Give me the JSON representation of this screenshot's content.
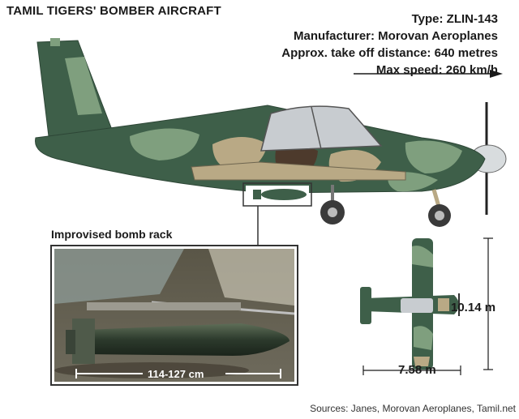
{
  "title": "TAMIL TIGERS' BOMBER AIRCRAFT",
  "specs": {
    "type": "Type: ZLIN-143",
    "manufacturer": "Manufacturer: Morovan Aeroplanes",
    "takeoff": "Approx. take off distance: 640 metres",
    "max_speed": "Max speed: 260 km/h"
  },
  "rack": {
    "title": "Improvised bomb rack",
    "measurement": "114-127 cm"
  },
  "dimensions": {
    "wingspan": "10.14 m",
    "length": "7.58 m"
  },
  "sources": "Sources: Janes,  Morovan Aeroplanes, Tamil.net",
  "colors": {
    "camo_dark": "#3e5f49",
    "camo_mid": "#7f9f7e",
    "camo_tan": "#b9a985",
    "camo_brown": "#4d3a2c",
    "canopy": "#c8ccd0",
    "text": "#1a1a1a"
  }
}
